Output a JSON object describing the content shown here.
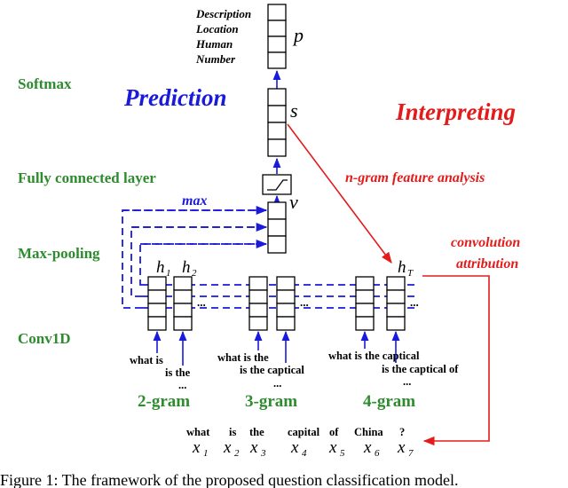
{
  "layers": {
    "softmax": "Softmax",
    "fully_connected": "Fully connected layer",
    "max_pooling": "Max-pooling",
    "conv1d": "Conv1D"
  },
  "headings": {
    "prediction": "Prediction",
    "interpreting": "Interpreting"
  },
  "output_classes": [
    "Description",
    "Location",
    "Human",
    "Number"
  ],
  "variables": {
    "p": "p",
    "s": "s",
    "v": "v",
    "h": "h",
    "h1_sub": "1",
    "h2_sub": "2",
    "hT_sub": "T"
  },
  "annotations": {
    "max": "max",
    "ngram_prefix": "n",
    "ngram_rest": "-gram feature analysis",
    "convolution": "convolution",
    "attribution": "attribution",
    "ellipsis": "..."
  },
  "ngram_groups": [
    {
      "label": "2-gram",
      "line1": "what is",
      "line2": "is the",
      "more": "..."
    },
    {
      "label": "3-gram",
      "line1": "what is the",
      "line2": "is the captical",
      "more": "..."
    },
    {
      "label": "4-gram",
      "line1": "what is the captical",
      "line2": "is the captical of",
      "more": "..."
    }
  ],
  "sentence": {
    "words": [
      "what",
      "is",
      "the",
      "capital",
      "of",
      "China",
      "?"
    ],
    "var": "x",
    "subs": [
      "1",
      "2",
      "3",
      "4",
      "5",
      "6",
      "7"
    ]
  },
  "caption_partial": "Figure 1: The framework of the proposed question classification model.",
  "colors": {
    "layer_green": "#2e8b2e",
    "prediction_blue": "#1a1adb",
    "interpreting_red": "#e31b1b"
  }
}
